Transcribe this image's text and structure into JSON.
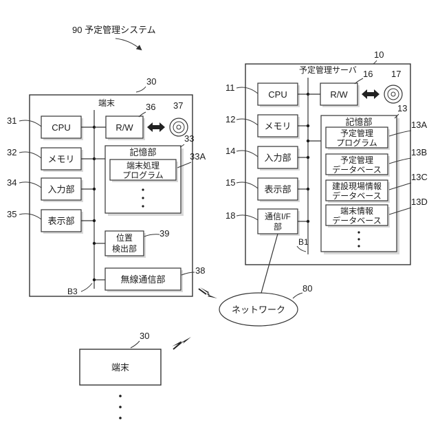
{
  "system_title": "90 予定管理システム",
  "server": {
    "ref": "10",
    "title": "予定管理サーバ",
    "cpu": {
      "ref": "11",
      "label": "CPU"
    },
    "memory": {
      "ref": "12",
      "label": "メモリ"
    },
    "input": {
      "ref": "14",
      "label": "入力部"
    },
    "display": {
      "ref": "15",
      "label": "表示部"
    },
    "comm_line1": "通信I/F",
    "comm_line2": "部",
    "comm_ref": "18",
    "rw": {
      "ref": "16",
      "label": "R/W"
    },
    "disc_ref": "17",
    "bus_ref": "B1",
    "storage": {
      "ref": "13",
      "title": "記憶部",
      "items": [
        {
          "ref": "13A",
          "line1": "予定管理",
          "line2": "プログラム"
        },
        {
          "ref": "13B",
          "line1": "予定管理",
          "line2": "データベース"
        },
        {
          "ref": "13C",
          "line1": "建設現場情報",
          "line2": "データベース"
        },
        {
          "ref": "13D",
          "line1": "端末情報",
          "line2": "データベース"
        }
      ]
    }
  },
  "terminal": {
    "ref": "30",
    "title": "端末",
    "cpu": {
      "ref": "31",
      "label": "CPU"
    },
    "memory": {
      "ref": "32",
      "label": "メモリ"
    },
    "input": {
      "ref": "34",
      "label": "入力部"
    },
    "display": {
      "ref": "35",
      "label": "表示部"
    },
    "rw": {
      "ref": "36",
      "label": "R/W"
    },
    "disc_ref": "37",
    "storage": {
      "ref": "33",
      "title": "記憶部",
      "program": {
        "ref": "33A",
        "line1": "端末処理",
        "line2": "プログラム"
      }
    },
    "position": {
      "ref": "39",
      "line1": "位置",
      "line2": "検出部"
    },
    "wireless": {
      "ref": "38",
      "label": "無線通信部"
    },
    "bus_ref": "B3"
  },
  "network": {
    "ref": "80",
    "label": "ネットワーク"
  },
  "terminal2": {
    "ref": "30",
    "label": "端末"
  }
}
